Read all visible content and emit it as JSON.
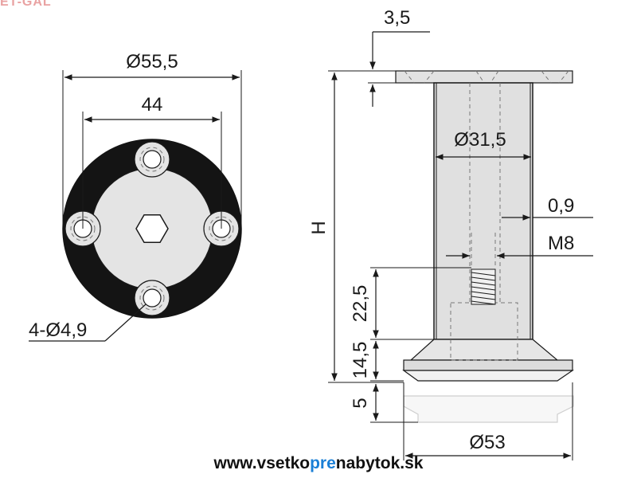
{
  "watermark": "ET-GAL",
  "website": {
    "prefix": "www.vsetko",
    "accent": "pre",
    "suffix": "nabytok.sk",
    "accent_color": "#1a7fd6"
  },
  "top_view": {
    "outer_diameter": "Ø55,5",
    "hole_spacing": "44",
    "holes": "4-Ø4,9"
  },
  "side_view": {
    "plate_thickness": "3,5",
    "tube_diameter": "Ø31,5",
    "wall_thickness": "0,9",
    "thread": "M8",
    "height": "H",
    "thread_length": "22,5",
    "foot_height": "14,5",
    "base_height": "5",
    "base_diameter": "Ø53"
  }
}
